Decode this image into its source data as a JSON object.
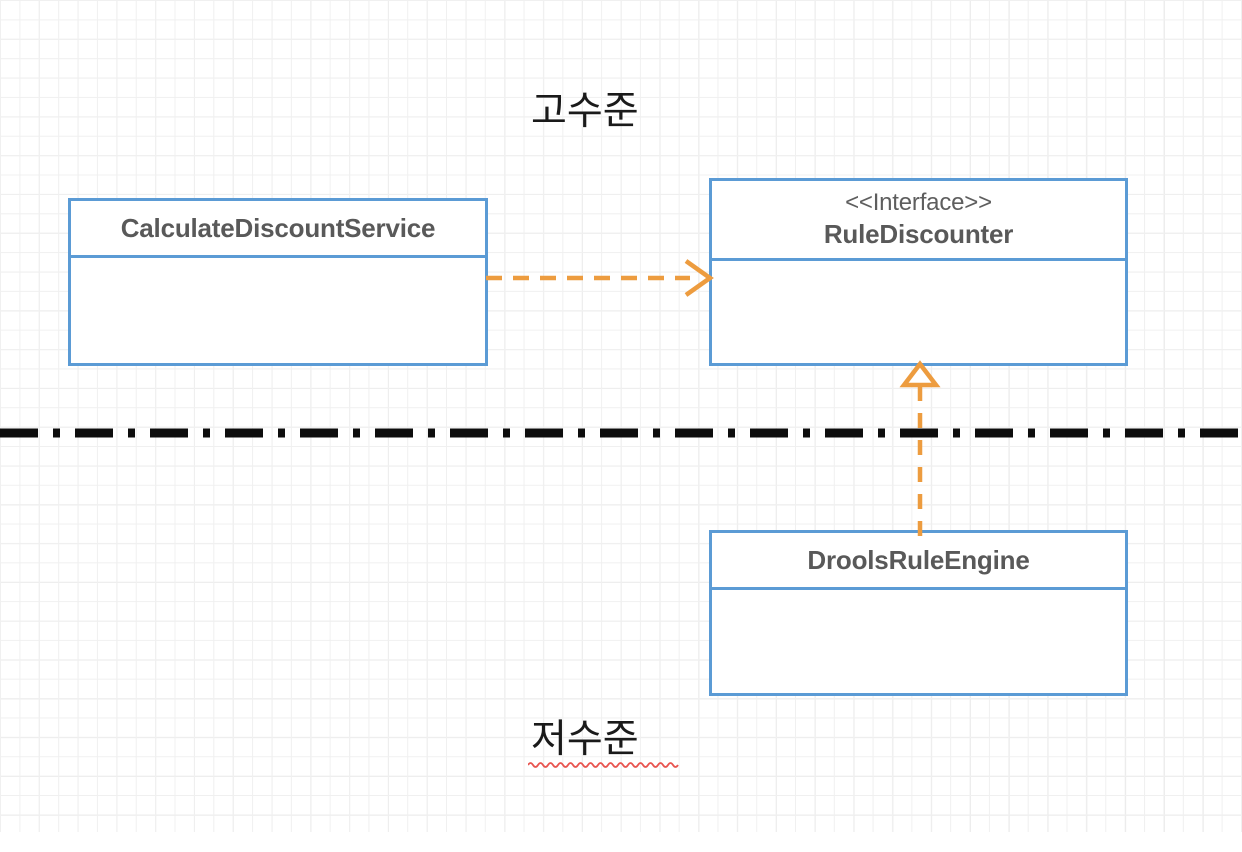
{
  "diagram": {
    "type": "uml-class-diagram",
    "background": "graph-paper",
    "colors": {
      "box_border": "#5b9bd5",
      "box_fill": "#ffffff",
      "text": "#595959",
      "connector": "#ed9c3f",
      "separator": "#000000",
      "grid": "#e6e6e6",
      "spellcheck_underline": "#e8544f"
    },
    "layers": {
      "high_label": "고수준",
      "low_label": "저수준",
      "separator_style": "dash-dot"
    },
    "nodes": [
      {
        "id": "calculate-discount-service",
        "name": "CalculateDiscountService",
        "stereotype": "",
        "compartments": [
          "name",
          "empty"
        ]
      },
      {
        "id": "rule-discounter",
        "name": "RuleDiscounter",
        "stereotype": "<<Interface>>",
        "compartments": [
          "name",
          "empty"
        ]
      },
      {
        "id": "drools-rule-engine",
        "name": "DroolsRuleEngine",
        "stereotype": "",
        "compartments": [
          "name",
          "empty"
        ]
      }
    ],
    "edges": [
      {
        "id": "dependency",
        "from": "calculate-discount-service",
        "to": "rule-discounter",
        "kind": "dependency",
        "line": "dashed",
        "arrowhead": "open",
        "color": "#ed9c3f"
      },
      {
        "id": "realization",
        "from": "drools-rule-engine",
        "to": "rule-discounter",
        "kind": "realization",
        "line": "dashed",
        "arrowhead": "hollow-triangle",
        "color": "#ed9c3f"
      }
    ]
  }
}
